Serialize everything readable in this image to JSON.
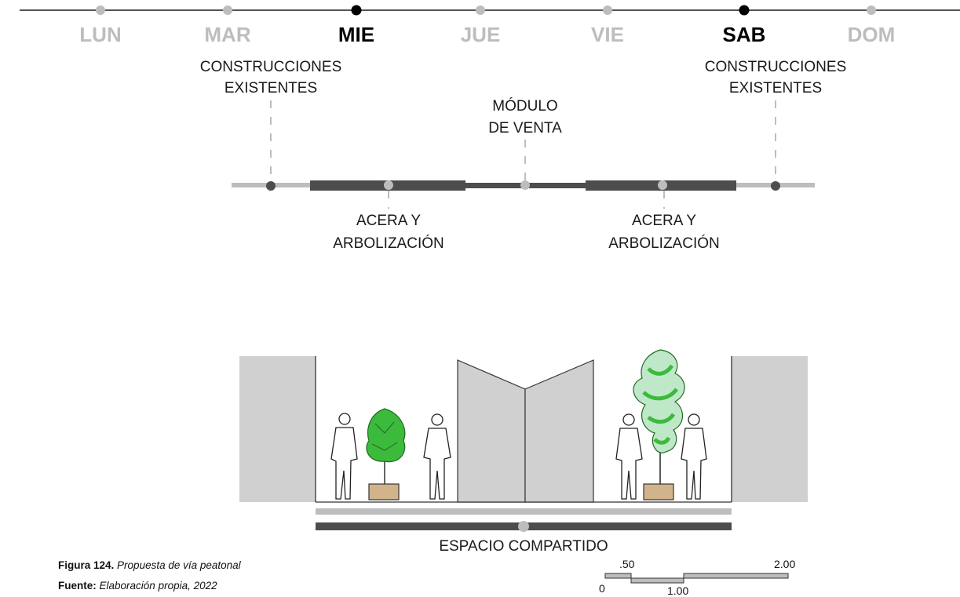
{
  "timeline": {
    "days": [
      {
        "label": "LUN",
        "active": false
      },
      {
        "label": "MAR",
        "active": false
      },
      {
        "label": "MIE",
        "active": true
      },
      {
        "label": "JUE",
        "active": false
      },
      {
        "label": "VIE",
        "active": false
      },
      {
        "label": "SAB",
        "active": true
      },
      {
        "label": "DOM",
        "active": false
      }
    ]
  },
  "plan": {
    "construcciones_left": [
      "CONSTRUCCIONES",
      "EXISTENTES"
    ],
    "construcciones_right": [
      "CONSTRUCCIONES",
      "EXISTENTES"
    ],
    "modulo": [
      "MÓDULO",
      "DE VENTA"
    ],
    "acera_left": [
      "ACERA Y",
      "ARBOLIZACIÓN"
    ],
    "acera_right": [
      "ACERA Y",
      "ARBOLIZACIÓN"
    ]
  },
  "section": {
    "espacio": "ESPACIO COMPARTIDO"
  },
  "caption": {
    "figura_bold": "Figura 124.",
    "figura_italic": "Propuesta de vía peatonal",
    "fuente_bold": "Fuente:",
    "fuente_italic": "Elaboración propia, 2022"
  },
  "scale": {
    "zero": "0",
    "half": ".50",
    "one": "1.00",
    "two": "2.00"
  },
  "colors": {
    "gray_light": "#bdbdbd",
    "gray_dark": "#4d4d4d",
    "wall": "#d0d0d0",
    "planter": "#d2b48c",
    "leaf": "#3cba3c"
  }
}
